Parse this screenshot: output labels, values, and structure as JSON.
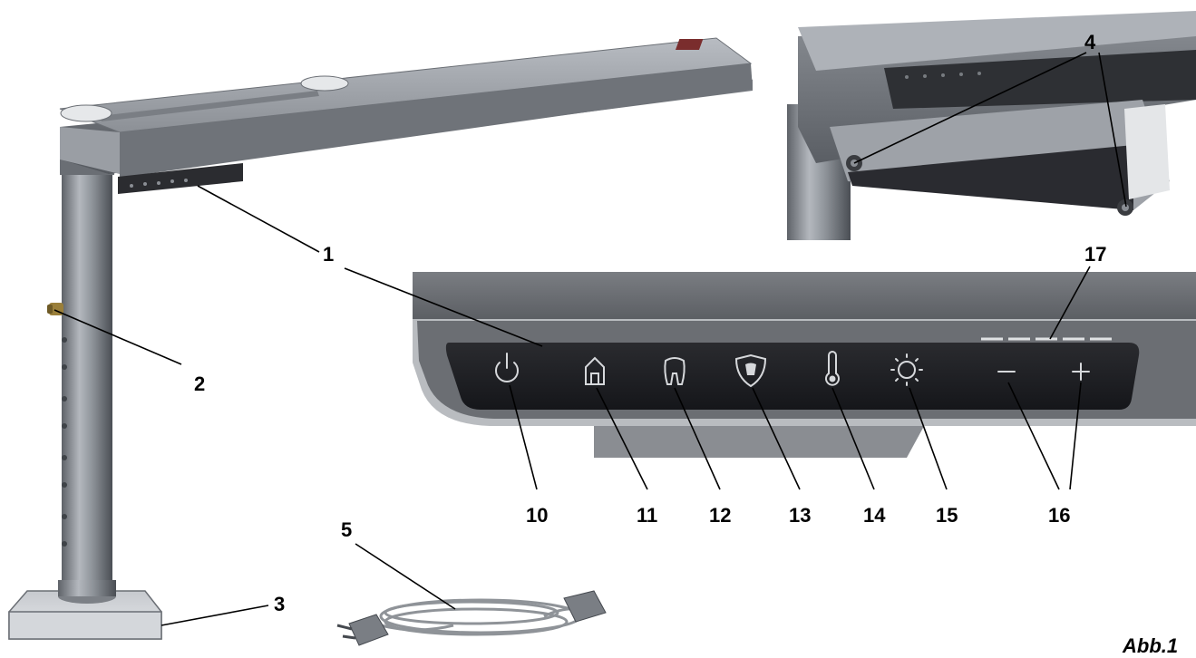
{
  "callouts": {
    "c1": "1",
    "c2": "2",
    "c3": "3",
    "c4": "4",
    "c5": "5",
    "c10": "10",
    "c11": "11",
    "c12": "12",
    "c13": "13",
    "c14": "14",
    "c15": "15",
    "c16": "16",
    "c17": "17"
  },
  "figure_label": "Abb.1",
  "icons": [
    "power-icon",
    "home-icon",
    "tooth-icon",
    "shield-tooth-icon",
    "thermometer-icon",
    "light-icon",
    "minus-icon",
    "plus-icon"
  ],
  "colors": {
    "metal_light": "#a9adb3",
    "metal_dark": "#5c6066",
    "panel_black": "#1c1d20",
    "label": "#000000"
  }
}
